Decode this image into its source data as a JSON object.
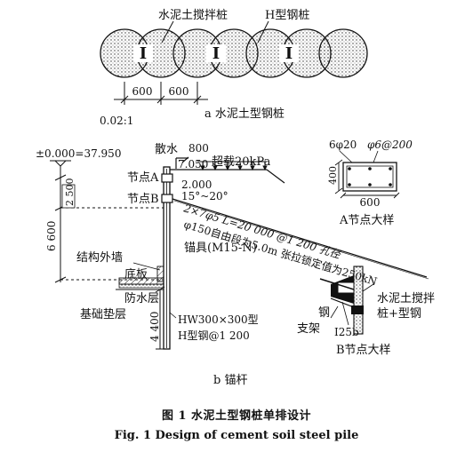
{
  "part_a": {
    "label_cement_pile": "水泥土搅拌桩",
    "label_h_pile": "H型钢桩",
    "pile_symbol": "I",
    "dim_1": "600",
    "dim_2": "600",
    "slope": "0.02:1",
    "caption": "a 水泥土型钢桩"
  },
  "part_b": {
    "elevation_top": "±0.000=37.950",
    "dim_2500": "2 500",
    "dim_6600": "6 600",
    "dim_4400": "4 400",
    "drain": "散水",
    "dim_800": "800",
    "elev_7050": "7.050",
    "surcharge": "超载20kPa",
    "node_a": "节点A",
    "node_b": "节点B",
    "dim_2000": "2.000",
    "angle": "15°~20°",
    "anchor_strand": "2×7φ5  L=20 000 @1 200  孔径",
    "anchor_free": "φ150自由段为5.0m  张拉锁定值为250kN",
    "anchorage": "锚具(M15-N)",
    "outer_wall": "结构外墙",
    "base_slab": "底板",
    "waterproof": "防水层",
    "cushion": "基础垫层",
    "hw_section": "HW300×300型",
    "h_steel": "H型钢@1 200",
    "caption": "b 锚杆"
  },
  "detail_a": {
    "rebar_1": "6φ20",
    "rebar_2": "φ6@200",
    "dim_400": "400",
    "dim_600": "600",
    "caption": "A节点大样"
  },
  "detail_b": {
    "label_1": "水泥土搅拌",
    "label_2": "桩+型钢",
    "steel": "钢",
    "bracket": "支架",
    "i25b": "I25b",
    "caption": "B节点大样"
  },
  "figure": {
    "caption_cn": "图 1   水泥土型钢桩单排设计",
    "caption_en": "Fig. 1    Design of cement soil steel pile"
  }
}
